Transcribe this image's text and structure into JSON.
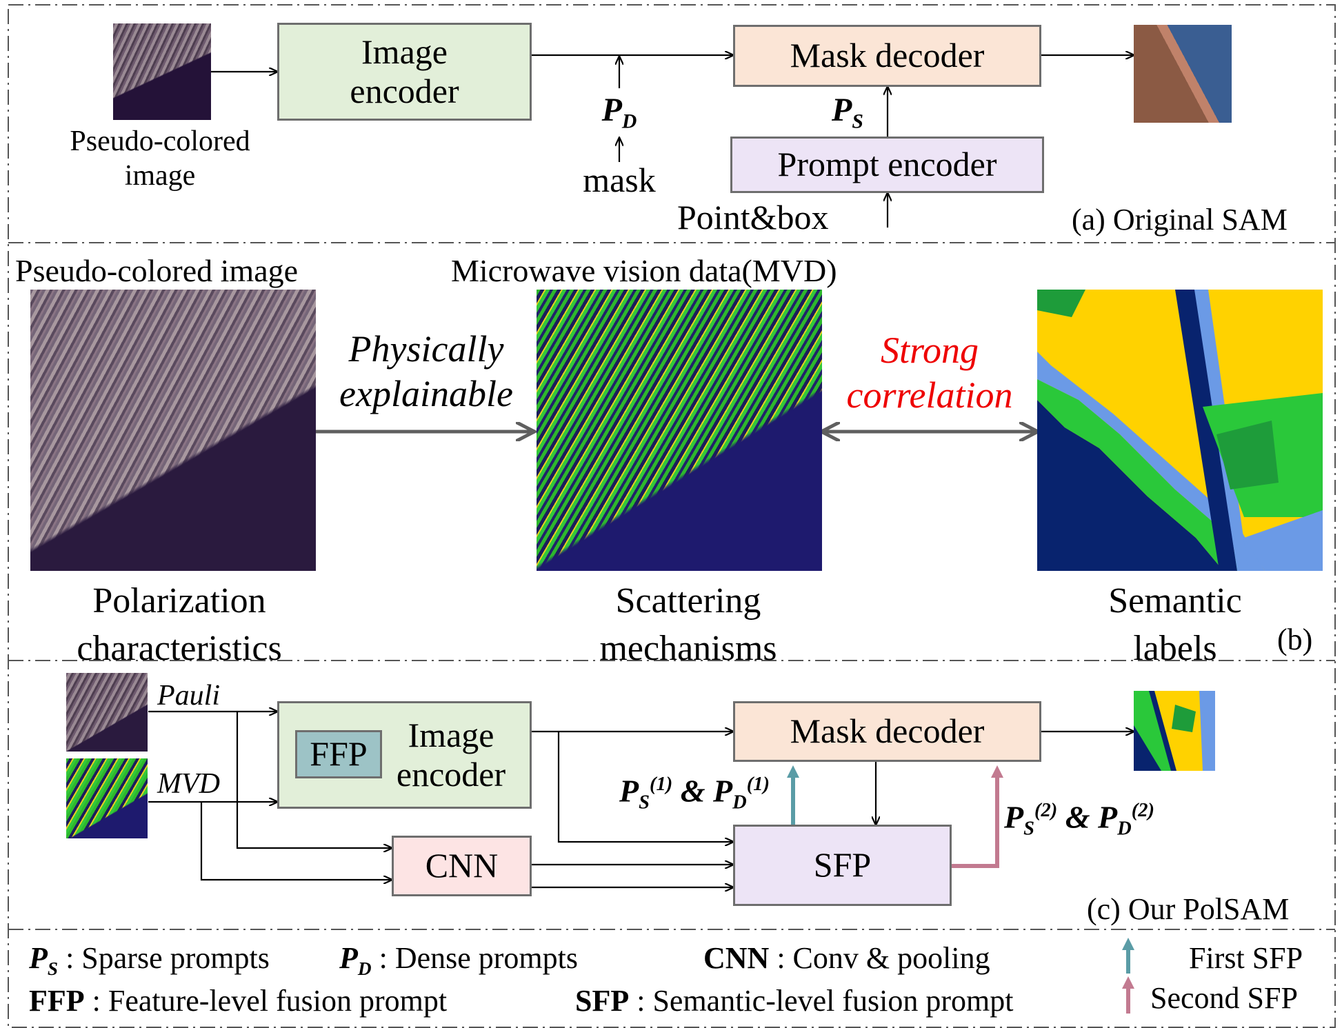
{
  "colors": {
    "green_box": "#e2efd9",
    "orange_box": "#fbe5d6",
    "purple_box": "#ede4f6",
    "pink_box": "#fde4e4",
    "ffp_box": "#9dc3c6",
    "first_sfp_arrow": "#5a9ca6",
    "second_sfp_arrow": "#c27a90",
    "strong_correlation": "#ee0000",
    "grey_arrow": "#5f5f5f"
  },
  "icons": [
    "arrow-icon",
    "double-arrow-icon"
  ],
  "panel_a": {
    "image_label": "Pseudo-colored image",
    "image_encoder": "Image encoder",
    "mask_decoder": "Mask decoder",
    "prompt_encoder": "Prompt encoder",
    "pd_main": "P",
    "pd_sub": "D",
    "ps_main": "P",
    "ps_sub": "S",
    "mask": "mask",
    "point_box": "Point&box",
    "caption": "(a) Original SAM"
  },
  "panel_b": {
    "pseudo_title": "Pseudo-colored image",
    "mvd_title": "Microwave vision data(MVD)",
    "arrow1_line1": "Physically",
    "arrow1_line2": "explainable",
    "arrow2_line1": "Strong",
    "arrow2_line2": "correlation",
    "col1_line1": "Polarization",
    "col1_line2": "characteristics",
    "col2_line1": "Scattering",
    "col2_line2": "mechanisms",
    "col3_line1": "Semantic",
    "col3_line2": "labels",
    "caption": "(b)"
  },
  "panel_c": {
    "pauli": "Pauli",
    "mvd": "MVD",
    "ffp": "FFP",
    "image_encoder": "Image encoder",
    "mask_decoder": "Mask decoder",
    "cnn": "CNN",
    "sfp": "SFP",
    "first_prompt": {
      "s_main": "P",
      "s_sub": "S",
      "s_sup": "(1)",
      "amp": "&",
      "d_main": "P",
      "d_sub": "D",
      "d_sup": "(1)"
    },
    "second_prompt": {
      "s_main": "P",
      "s_sub": "S",
      "s_sup": "(2)",
      "amp": "&",
      "d_main": "P",
      "d_sub": "D",
      "d_sup": "(2)"
    },
    "caption": "(c) Our PolSAM"
  },
  "legend": {
    "ps_main": "P",
    "ps_sub": "S",
    "ps_desc": ": Sparse prompts",
    "pd_main": "P",
    "pd_sub": "D",
    "pd_desc": ": Dense prompts",
    "cnn_key": "CNN",
    "cnn_desc": ": Conv & pooling",
    "first_sfp": "First SFP",
    "ffp_key": "FFP",
    "ffp_desc": ": Feature-level fusion prompt",
    "sfp_key": "SFP",
    "sfp_desc": ": Semantic-level fusion prompt",
    "second_sfp": "Second SFP"
  }
}
